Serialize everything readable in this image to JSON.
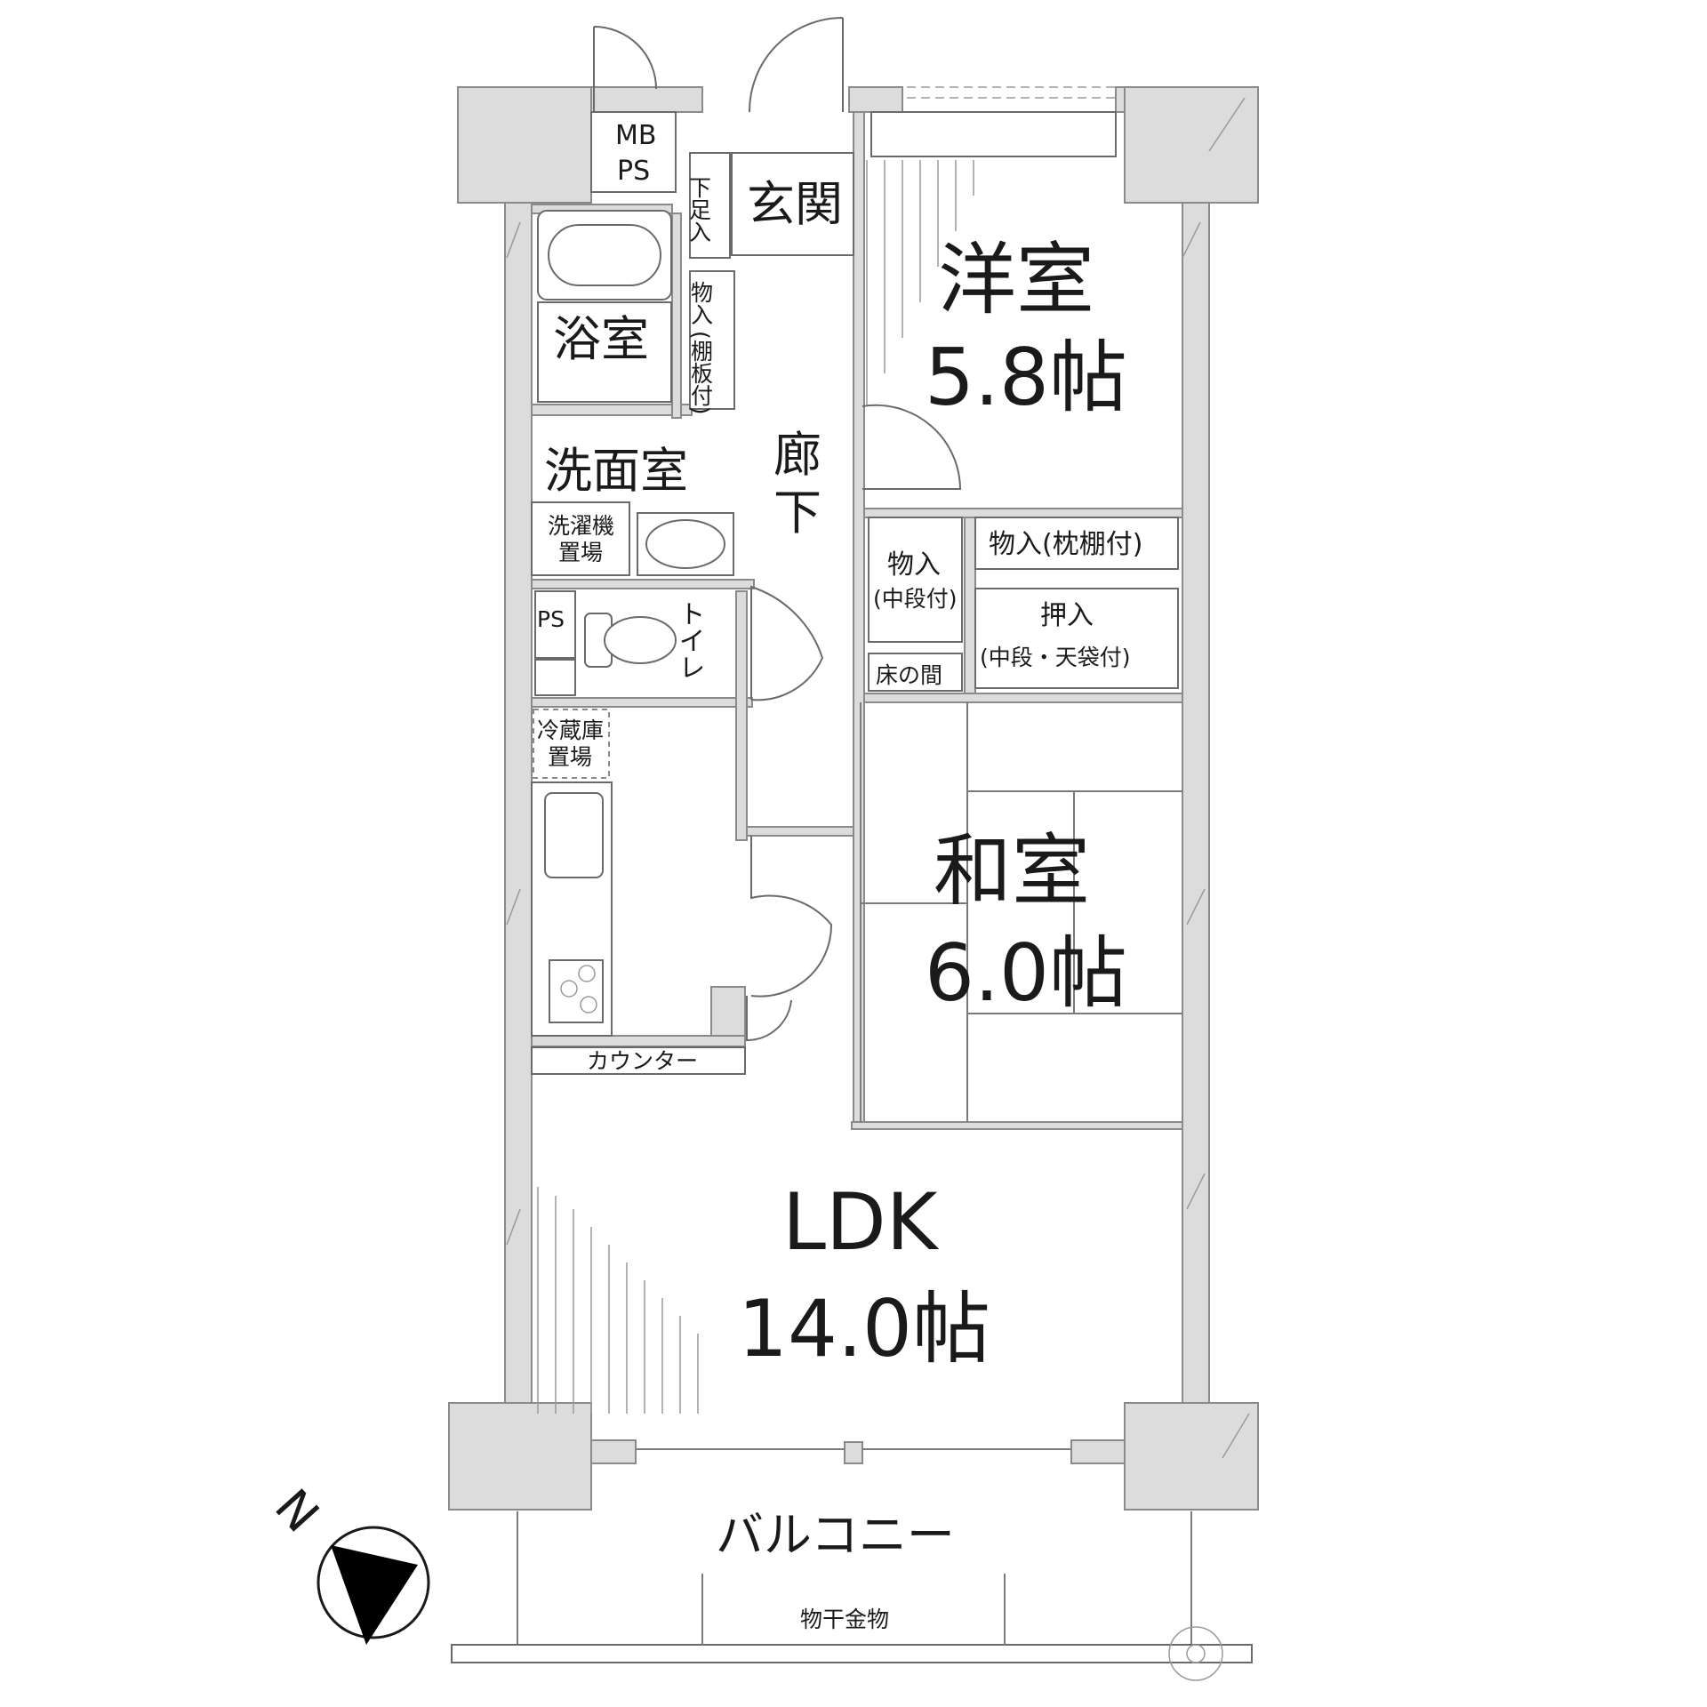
{
  "rooms": {
    "mbps_line1": "MB",
    "mbps_line2": "PS",
    "genkan": "玄関",
    "getabako": "下足入",
    "bath": "浴室",
    "closet_shelf": "物入",
    "closet_shelf_note": "(棚板付)",
    "senmen": "洗面室",
    "sentakuki": "洗濯機",
    "sentakuki2": "置場",
    "corridor_1": "廊",
    "corridor_2": "下",
    "ps": "PS",
    "toilet": "トイレ",
    "reizouko": "冷蔵庫",
    "reizouko2": "置場",
    "counter": "カウンター",
    "youshitsu": "洋室",
    "youshitsu_size": "5.8帖",
    "monoire_makura": "物入(枕棚付)",
    "monoire_chudan": "物入",
    "monoire_chudan_note": "(中段付)",
    "oshiire": "押入",
    "oshiire_note": "(中段・天袋付)",
    "tokonoma": "床の間",
    "washitsu": "和室",
    "washitsu_size": "6.0帖",
    "ldk": "LDK",
    "ldk_size": "14.0帖",
    "balcony": "バルコニー",
    "monohoshi": "物干金物"
  },
  "compass": {
    "north_label": "N"
  },
  "colors": {
    "wall": "#dcdcdc",
    "line": "#7a7a7a",
    "text": "#1a1a1a"
  }
}
